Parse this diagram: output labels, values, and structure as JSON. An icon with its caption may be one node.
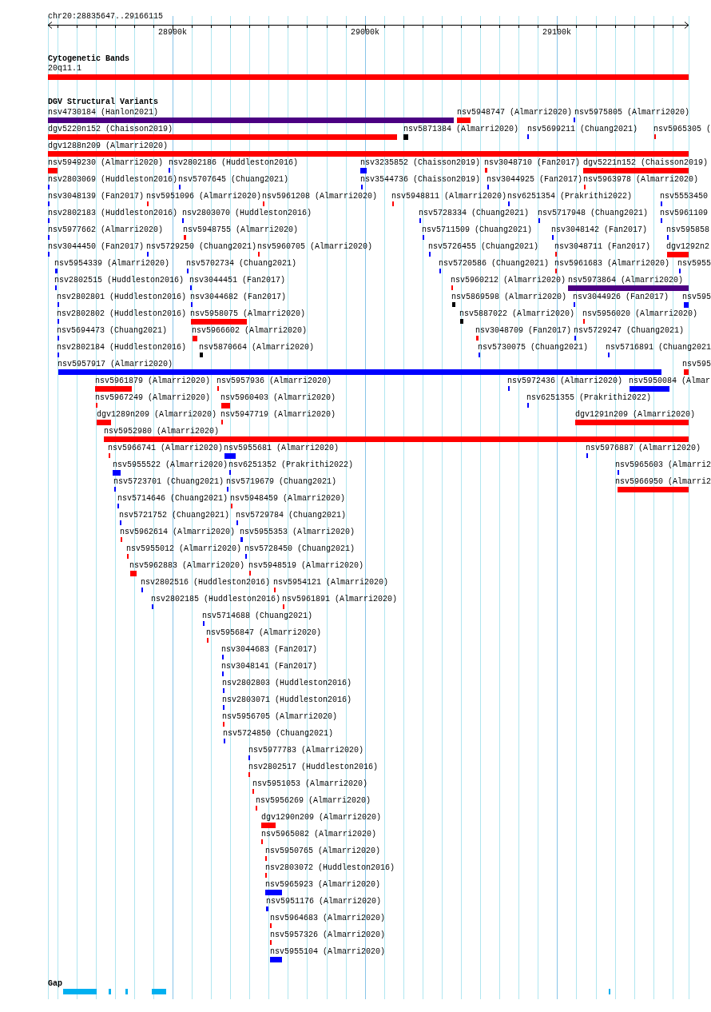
{
  "diagram": {
    "labels": [
      "chr20:28835647..29166115",
      "28900k",
      "29000k",
      "29100k",
      "Cytogenetic Bands",
      "20q11.1",
      "DGV Structural Variants",
      "nsv4730184 (Hanlon2021)",
      "nsv5948747 (Almarri2020)",
      "nsv5975805 (Almarri2020)",
      "dgv5220n152 (Chaisson2019)",
      "nsv5871384 (Almarri2020)",
      "nsv5699211 (Chuang2021)",
      "nsv5965305 (",
      "dgv1288n209 (Almarri2020)",
      "nsv5949230 (Almarri2020)",
      "nsv2802186 (Huddleston2016)",
      "nsv3235852 (Chaisson2019)",
      "nsv3048710 (Fan2017)",
      "dgv5221n152 (Chaisson2019)",
      "nsv2803069 (Huddleston2016)",
      "nsv5707645 (Chuang2021)",
      "nsv3544736 (Chaisson2019)",
      "nsv3044925 (Fan2017)",
      "nsv5963978 (Almarri2020)",
      "nsv3048139 (Fan2017)",
      "nsv5951096 (Almarri2020)",
      "nsv5961208 (Almarri2020)",
      "nsv5948811 (Almarri2020)",
      "nsv6251354 (Prakrithi2022)",
      "nsv5553450",
      "nsv2802183 (Huddleston2016)",
      "nsv2803070 (Huddleston2016)",
      "nsv5728334 (Chuang2021)",
      "nsv5717948 (Chuang2021)",
      "nsv5961109",
      "nsv5977662 (Almarri2020)",
      "nsv5948755 (Almarri2020)",
      "nsv5711509 (Chuang2021)",
      "nsv3048142 (Fan2017)",
      "nsv595858",
      "nsv3044450 (Fan2017)",
      "nsv5729250 (Chuang2021)",
      "nsv5960705 (Almarri2020)",
      "nsv5726455 (Chuang2021)",
      "nsv3048711 (Fan2017)",
      "dgv1292n2",
      "nsv5954339 (Almarri2020)",
      "nsv5702734 (Chuang2021)",
      "nsv5720586 (Chuang2021)",
      "nsv5961683 (Almarri2020)",
      "nsv5955",
      "nsv2802515 (Huddleston2016)",
      "nsv3044451 (Fan2017)",
      "nsv5960212 (Almarri2020)",
      "nsv5973864 (Almarri2020)",
      "nsv2802801 (Huddleston2016)",
      "nsv3044682 (Fan2017)",
      "nsv5869598 (Almarri2020)",
      "nsv3044926 (Fan2017)",
      "nsv595",
      "nsv2802802 (Huddleston2016)",
      "nsv5958075 (Almarri2020)",
      "nsv5887022 (Almarri2020)",
      "nsv5956020 (Almarri2020)",
      "nsv5694473 (Chuang2021)",
      "nsv5966602 (Almarri2020)",
      "nsv3048709 (Fan2017)",
      "nsv5729247 (Chuang2021)",
      "nsv2802184 (Huddleston2016)",
      "nsv5870664 (Almarri2020)",
      "nsv5730075 (Chuang2021)",
      "nsv5716891 (Chuang2021",
      "nsv5957917 (Almarri2020)",
      "nsv595",
      "nsv5961879 (Almarri2020)",
      "nsv5957936 (Almarri2020)",
      "nsv5972436 (Almarri2020)",
      "nsv5950084 (Almar",
      "nsv5967249 (Almarri2020)",
      "nsv5960403 (Almarri2020)",
      "nsv6251355 (Prakrithi2022)",
      "dgv1289n209 (Almarri2020)",
      "nsv5947719 (Almarri2020)",
      "dgv1291n209 (Almarri2020)",
      "nsv5952980 (Almarri2020)",
      "nsv5966741 (Almarri2020)",
      "nsv5955681 (Almarri2020)",
      "nsv5976887 (Almarri2020)",
      "nsv5955522 (Almarri2020)",
      "nsv6251352 (Prakrithi2022)",
      "nsv5965603 (Almarri2",
      "nsv5723701 (Chuang2021)",
      "nsv5719679 (Chuang2021)",
      "nsv5966950 (Almarri2",
      "nsv5714646 (Chuang2021)",
      "nsv5948459 (Almarri2020)",
      "nsv5721752 (Chuang2021)",
      "nsv5729784 (Chuang2021)",
      "nsv5962614 (Almarri2020)",
      "nsv5955353 (Almarri2020)",
      "nsv5955012 (Almarri2020)",
      "nsv5728450 (Chuang2021)",
      "nsv5962883 (Almarri2020)",
      "nsv5948519 (Almarri2020)",
      "nsv2802516 (Huddleston2016)",
      "nsv5954121 (Almarri2020)",
      "nsv2802185 (Huddleston2016)",
      "nsv5961891 (Almarri2020)",
      "nsv5714688 (Chuang2021)",
      "nsv5956847 (Almarri2020)",
      "nsv3044683 (Fan2017)",
      "nsv3048141 (Fan2017)",
      "nsv2802803 (Huddleston2016)",
      "nsv2803071 (Huddleston2016)",
      "nsv5956705 (Almarri2020)",
      "nsv5724850 (Chuang2021)",
      "nsv5977783 (Almarri2020)",
      "nsv2802517 (Huddleston2016)",
      "nsv5951053 (Almarri2020)",
      "nsv5956269 (Almarri2020)",
      "dgv1290n209 (Almarri2020)",
      "nsv5965082 (Almarri2020)",
      "nsv5950765 (Almarri2020)",
      "nsv2803072 (Huddleston2016)",
      "nsv5965923 (Almarri2020)",
      "nsv5951176 (Almarri2020)",
      "nsv5964683 (Almarri2020)",
      "nsv5957326 (Almarri2020)",
      "nsv5955104 (Almarri2020)",
      "Gap"
    ]
  }
}
